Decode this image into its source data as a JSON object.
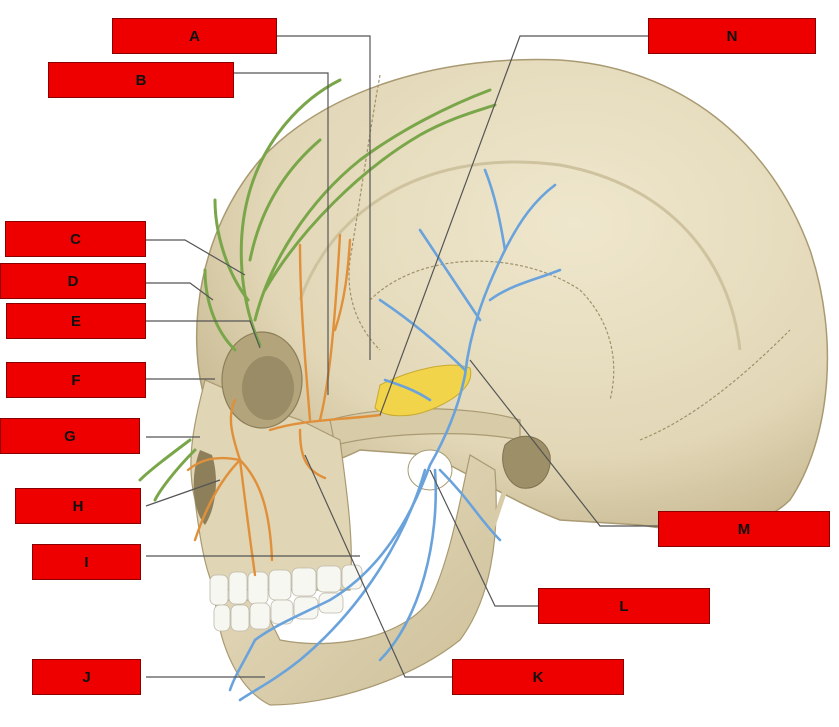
{
  "labels": [
    "A",
    "B",
    "C",
    "D",
    "E",
    "F",
    "G",
    "H",
    "I",
    "J",
    "K",
    "L",
    "M",
    "N"
  ],
  "colors": {
    "label_fill": "#ee0000",
    "label_border": "#8a0000",
    "leader_line": "#555555",
    "bone": "#e5dbbd",
    "bone_shadow": "#c9bc97",
    "facial_nerve_branches_green": "#7aa64a",
    "orange_nerves": "#e0903a",
    "blue_nerves": "#6aa3dc",
    "ganglion_yellow": "#f2d44a",
    "teeth": "#f7f7f2"
  }
}
